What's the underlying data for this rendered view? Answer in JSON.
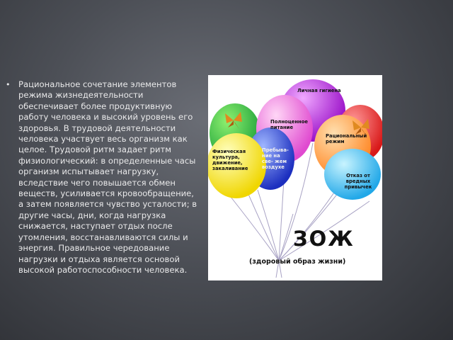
{
  "slide": {
    "bullet_char": "•",
    "paragraph": "Рациональное сочетание элементов режима жизнедеятельности обеспечивает более продуктивную работу человека и высокий уровень его здоровья. В трудовой деятельности человека участвует весь организм как целое. Трудовой ритм задает ритм физиологический: в определенные часы организм испытывает нагрузку, вследствие чего повышается обмен веществ, усиливается кровообращение, а затем появляется чувство усталости; в другие часы, дни, когда нагрузка снижается, наступает отдых после утомления, восстанавливаются силы и энергия. Правильное чередование нагрузки и отдыха является основой высокой работоспособности человека."
  },
  "picture": {
    "balloons": {
      "hygiene": "Личная гигиена",
      "nutrition": "Полноценное питание",
      "regime": "Рациональный режим",
      "sport": "Физическая культура, движение, закаливание",
      "fresh_air": "Пребыва- ние на све- жем воздухе",
      "habits": "Отказ от вредных привычек"
    },
    "title": "ЗОЖ",
    "subtitle": "(здоровый образ жизни)"
  }
}
